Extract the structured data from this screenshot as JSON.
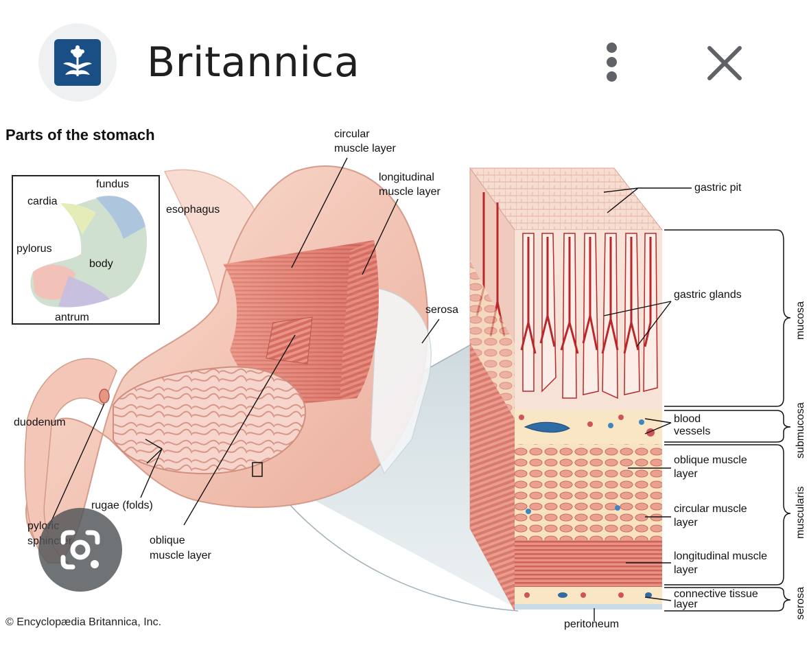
{
  "header": {
    "site_name": "Britannica",
    "logo_icon": "thistle-logo-icon",
    "more_icon": "more-vertical-icon",
    "close_icon": "close-icon"
  },
  "figure": {
    "title": "Parts of the stomach",
    "inset_labels": {
      "fundus": "fundus",
      "cardia": "cardia",
      "pylorus": "pylorus",
      "body": "body",
      "antrum": "antrum"
    },
    "labels": {
      "esophagus": "esophagus",
      "circular_muscle": [
        "circular",
        "muscle layer"
      ],
      "longitudinal_muscle": [
        "longitudinal",
        "muscle layer"
      ],
      "serosa": "serosa",
      "duodenum": "duodenum",
      "rugae": "rugae (folds)",
      "pyloric_sphincter": [
        "pyloric",
        "sphincter"
      ],
      "oblique_muscle": [
        "oblique",
        "muscle layer"
      ],
      "gastric_pit": "gastric pit",
      "gastric_glands": "gastric glands",
      "blood_vessels": [
        "blood",
        "vessels"
      ],
      "oblique_muscle_layer_r": [
        "oblique muscle",
        "layer"
      ],
      "circular_muscle_layer_r": [
        "circular muscle",
        "layer"
      ],
      "longitudinal_muscle_layer_r": [
        "longitudinal muscle",
        "layer"
      ],
      "connective_tissue_layer": [
        "connective tissue",
        "layer"
      ],
      "peritoneum": "peritoneum"
    },
    "brackets": {
      "mucosa": "mucosa",
      "submucosa": "submucosa",
      "muscularis": "muscularis",
      "serosa": "serosa"
    },
    "copyright": "© Encyclopædia Britannica, Inc."
  },
  "overlay": {
    "lens_icon": "google-lens-camera-icon"
  },
  "colors": {
    "logo_blue": "#1a4f86",
    "icon_grey": "#5f6368",
    "stomach_pink": "#f2b9a8",
    "muscle_red": "#d9756a",
    "gland_red": "#b8282a",
    "submucosa_cream": "#f8e6c4"
  }
}
